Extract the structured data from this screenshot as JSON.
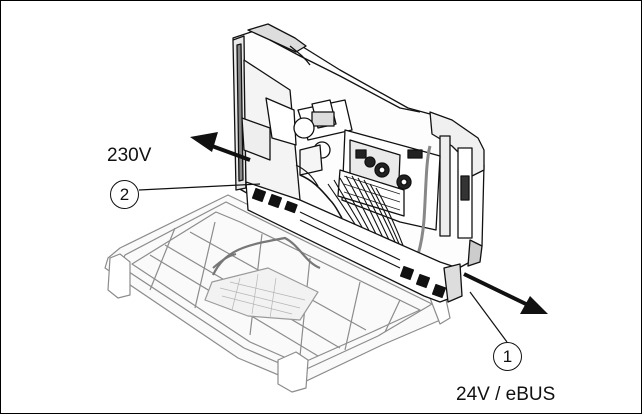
{
  "labels": {
    "voltage_230": "230V",
    "voltage_24_ebus": "24V / eBUS"
  },
  "callouts": {
    "one": "1",
    "two": "2"
  },
  "colors": {
    "line": "#111111",
    "paper": "#ffffff",
    "light_part": "#aaaaaa",
    "dark_part": "#2a2a2a"
  }
}
